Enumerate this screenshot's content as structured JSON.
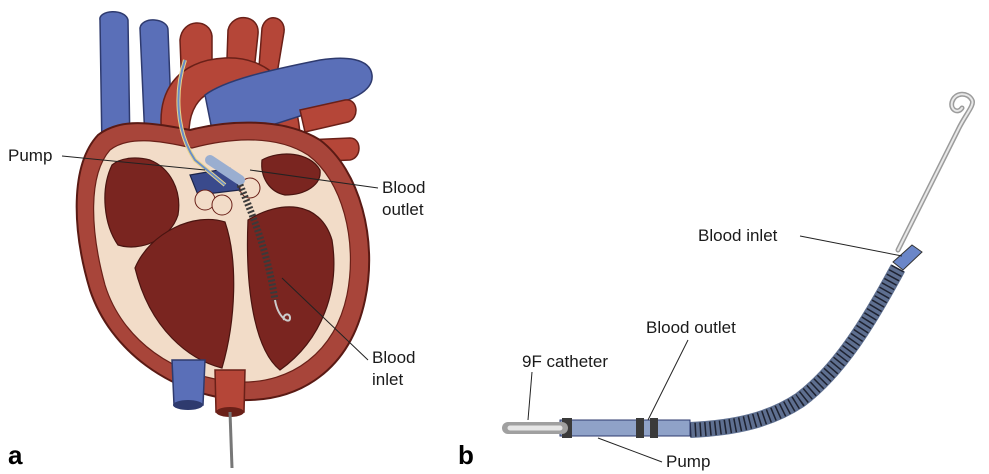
{
  "panel_a": {
    "letter": "a",
    "labels": {
      "pump": "Pump",
      "blood_outlet": "Blood\noutlet",
      "blood_outlet_line1": "Blood",
      "blood_outlet_line2": "outlet",
      "blood_inlet_line1": "Blood",
      "blood_inlet_line2": "inlet"
    }
  },
  "panel_b": {
    "letter": "b",
    "labels": {
      "blood_inlet": "Blood inlet",
      "blood_outlet": "Blood outlet",
      "catheter": "9F catheter",
      "pump": "Pump"
    }
  },
  "colors": {
    "heart_wall": "#a8453a",
    "heart_outer": "#7e2a22",
    "pericardium": "#f2dcc8",
    "chamber": "#7a2520",
    "vein_blue": "#5a6fb8",
    "artery_red": "#b54638",
    "device_gray": "#8a8a8a"
  }
}
